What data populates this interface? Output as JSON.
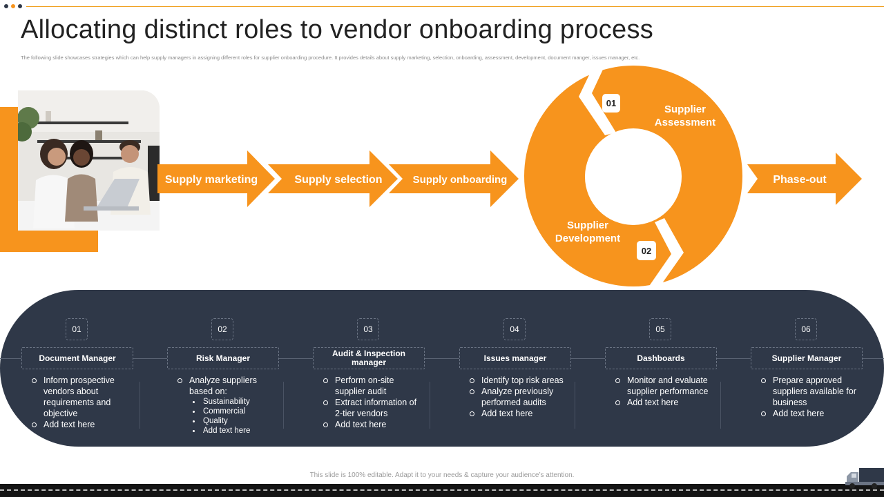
{
  "page": {
    "title": "Allocating distinct roles to vendor onboarding process",
    "subtitle": "The following slide showcases strategies which can help supply managers in assigning different roles for supplier onboarding procedure. It provides details about supply marketing, selection, onboarding, assessment, development, document manger, issues manager, etc.",
    "footer_note": "This slide is 100% editable. Adapt it to your needs & capture your audience’s attention."
  },
  "colors": {
    "accent": "#f7941d",
    "dark_panel": "#2f3848",
    "title": "#222222",
    "dot1": "#2f3848",
    "dot2": "#f7941d",
    "dot3": "#2f3848"
  },
  "flow": {
    "steps": [
      "Supply marketing",
      "Supply selection",
      "Supply onboarding"
    ],
    "cycle": {
      "top_number": "01",
      "top_label_line1": "Supplier",
      "top_label_line2": "Assessment",
      "bottom_number": "02",
      "bottom_label_line1": "Supplier",
      "bottom_label_line2": "Development"
    },
    "final_step": "Phase-out"
  },
  "roles": [
    {
      "number": "01",
      "title": "Document Manager",
      "items": [
        {
          "text": "Inform prospective vendors about requirements and objective"
        },
        {
          "text": "Add text here"
        }
      ]
    },
    {
      "number": "02",
      "title": "Risk Manager",
      "items": [
        {
          "text": "Analyze suppliers based on:",
          "sub": [
            "Sustainability",
            "Commercial",
            "Quality",
            "Add text here"
          ]
        }
      ]
    },
    {
      "number": "03",
      "title": "Audit & Inspection manager",
      "items": [
        {
          "text": "Perform on-site supplier audit"
        },
        {
          "text": "Extract information of 2-tier vendors"
        },
        {
          "text": "Add text here"
        }
      ]
    },
    {
      "number": "04",
      "title": "Issues manager",
      "items": [
        {
          "text": "Identify top risk areas"
        },
        {
          "text": "Analyze previously performed audits"
        },
        {
          "text": "Add text here"
        }
      ]
    },
    {
      "number": "05",
      "title": "Dashboards",
      "items": [
        {
          "text": "Monitor and evaluate supplier performance"
        },
        {
          "text": "Add text here"
        }
      ]
    },
    {
      "number": "06",
      "title": "Supplier Manager",
      "items": [
        {
          "text": "Prepare approved suppliers available for business"
        },
        {
          "text": "Add text here"
        }
      ]
    }
  ],
  "icons": {
    "photo": "team-meeting-photo",
    "truck": "delivery-truck-icon"
  }
}
